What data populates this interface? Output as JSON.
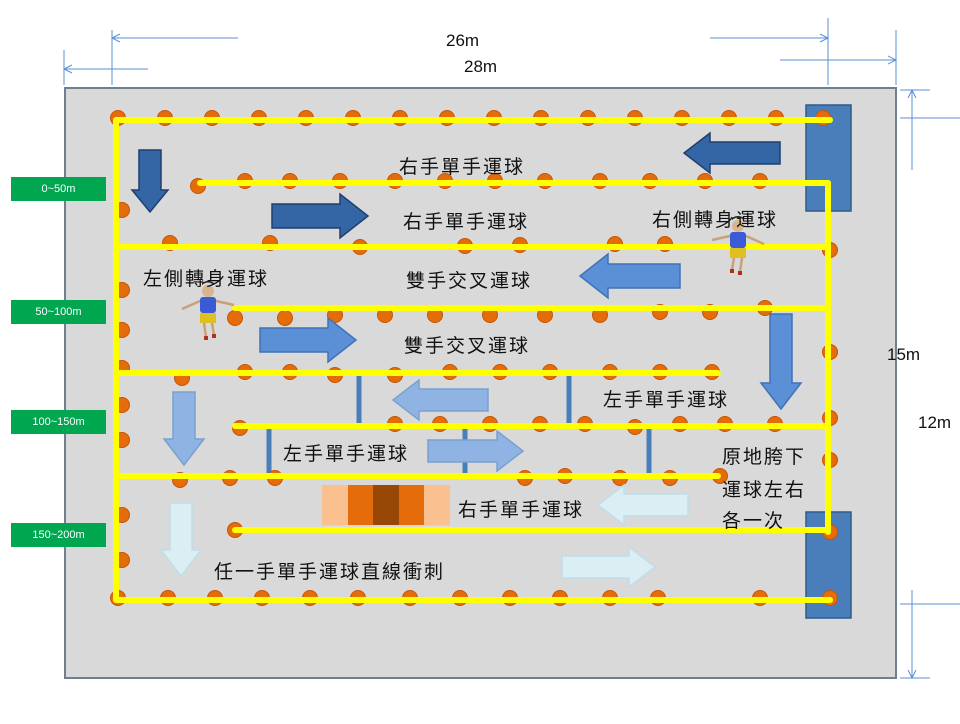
{
  "dimensions": {
    "inner_width": "26m",
    "outer_width": "28m",
    "outer_height": "15m",
    "inner_height": "12m"
  },
  "stages": [
    {
      "label": "0~50m"
    },
    {
      "label": "50~100m"
    },
    {
      "label": "100~150m"
    },
    {
      "label": "150~200m"
    }
  ],
  "drills": {
    "right_hand_1": "右手單手運球",
    "right_hand_2": "右手單手運球",
    "right_spin": "右側轉身運球",
    "left_spin": "左側轉身運球",
    "crossover_1": "雙手交叉運球",
    "crossover_2": "雙手交叉運球",
    "left_hand_1": "左手單手運球",
    "left_hand_2": "左手單手運球",
    "between_legs": [
      "原地胯下",
      "運球左右",
      "各一次"
    ],
    "right_hand_3": "右手單手運球",
    "sprint": "任一手單手運球直線衝刺"
  },
  "colors": {
    "court": "#d9d9d9",
    "path": "#ffff00",
    "cone": "#e46c0a",
    "stage_tag": "#00a650",
    "post": "#4a7ebb",
    "arrow_dark": "#3465a4",
    "arrow_mid": "#5b8fd6",
    "arrow_light": "#8fb4e3",
    "arrow_pale": "#dbeef4"
  }
}
